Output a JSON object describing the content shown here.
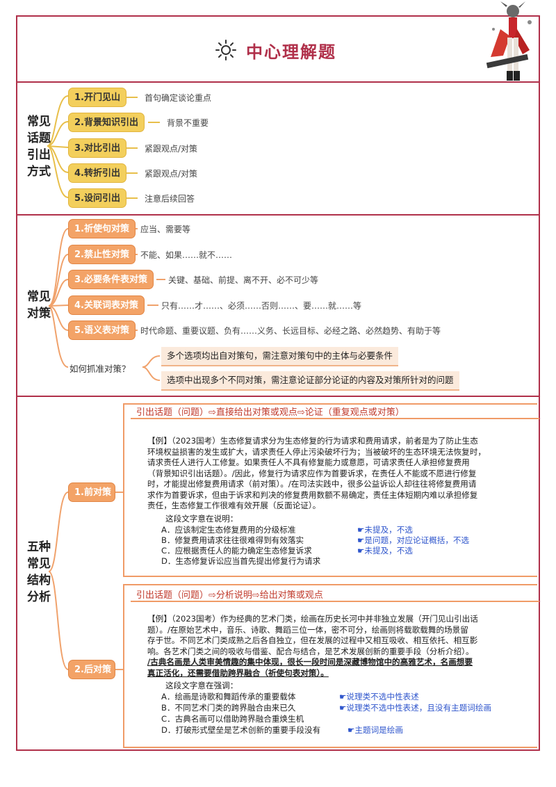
{
  "title": "中心理解题",
  "sections": {
    "s1": {
      "label": [
        "常见",
        "话题",
        "引出",
        "方式"
      ],
      "items": [
        {
          "node": "1.开门见山",
          "note": "首句确定谈论重点"
        },
        {
          "node": "2.背景知识引出",
          "note": "背景不重要"
        },
        {
          "node": "3.对比引出",
          "note": "紧跟观点/对策"
        },
        {
          "node": "4.转折引出",
          "note": "紧跟观点/对策"
        },
        {
          "node": "5.设问引出",
          "note": "注意后续回答"
        }
      ]
    },
    "s2": {
      "label": [
        "常见",
        "对策"
      ],
      "items": [
        {
          "node": "1.祈使句对策",
          "note": "应当、需要等"
        },
        {
          "node": "2.禁止性对策",
          "note": "不能、如果……就不……"
        },
        {
          "node": "3.必要条件表对策",
          "note": "关键、基础、前提、离不开、必不可少等"
        },
        {
          "node": "4.关联词表对策",
          "note": "只有……才……、必须……否则……、要……就……等"
        },
        {
          "node": "5.语义表对策",
          "note": "时代命题、重要议题、负有……义务、长远目标、必经之路、必然趋势、有助于等"
        }
      ],
      "how_label": "如何抓准对策？",
      "how_tips": [
        "多个选项均出自对策句，需注意对策句中的主体与必要条件",
        "选项中出现多个不同对策，需注意论证部分论证的内容及对策所针对的问题"
      ]
    },
    "s3": {
      "label": [
        "五种",
        "常见",
        "结构",
        "分析"
      ],
      "front": {
        "node": "1.前对策",
        "header": "引出话题（问题）⇨直接给出对策或观点⇨论证（重复观点或对策）",
        "lines": [
          "【例】（2023国考）生态修复请求分为生态修复的行为请求和费用请求，前者是为了防止生态",
          "环境权益损害的发生或扩大，请求责任人停止污染破坏行为；当被破坏的生态环境无法恢复时，",
          "请求责任人进行人工修复。如果责任人不具有修复能力或意愿，可请求责任人承担修复费用",
          "（背景知识引出话题）。/因此，修复行为请求应作为首要诉求，在责任人不能或不愿进行修复",
          "时，才能提出修复费用请求（前对策）。/在司法实践中，很多公益诉讼人却往往将修复费用请",
          "求作为首要诉求，但由于诉求和判决的修复费用数额不易确定，责任主体短期内难以承担修复",
          "责任，生态修复工作很难有效开展（反面论证）。"
        ],
        "stem": "这段文字意在说明：",
        "options": [
          {
            "t": "A．应该制定生态修复费用的分级标准",
            "c": "☛未提及，不选"
          },
          {
            "t": "B．修复费用请求往往很难得到有效落实",
            "c": "☛是问题，对应论证概括，不选"
          },
          {
            "t": "C．应根据责任人的能力确定生态修复诉求",
            "c": "☛未提及，不选"
          },
          {
            "t": "D．生态修复诉讼应当首先提出修复行为请求",
            "c": ""
          }
        ]
      },
      "back": {
        "node": "2.后对策",
        "header": "引出话题（问题）⇨分析说明⇨给出对策或观点",
        "lines": [
          "【例】（2023国考）作为经典的艺术门类，绘画在历史长河中并非独立发展（开门见山引出话",
          "题）。/在原始艺术中，音乐、诗歌、舞蹈三位一体，密不可分，绘画则将载歌载舞的场景留",
          "存于世。不同艺术门类成熟之后各自独立，但在发展的过程中又相互吸收、相互依托、相互影",
          "响。各艺术门类之间的吸收与借鉴、配合与结合，是艺术发展创新的重要手段（分析介绍）。",
          "/古典名画是人类审美情趣的集中体现，很长一段时间是深藏博物馆中的高雅艺术，名画想要",
          "真正活化，还需要借助跨界融合（祈使句表对策）。"
        ],
        "stem": "这段文字意在强调：",
        "options": [
          {
            "t": "A．绘画是诗歌和舞蹈传承的重要载体",
            "c": "☛说理类不选中性表述"
          },
          {
            "t": "B．不同艺术门类的跨界融合由来已久",
            "c": "☛说理类不选中性表述，且没有主题词绘画"
          },
          {
            "t": "C．古典名画可以借助跨界融合重焕生机",
            "c": ""
          },
          {
            "t": "D．打破形式壁垒是艺术创新的重要手段没有",
            "c": "☛主题词是绘画"
          }
        ]
      }
    }
  },
  "colors": {
    "border": "#b0304a",
    "yellow": "#f3cf5c",
    "orange": "#f3a367",
    "red": "#d33",
    "blue": "#2e55cc"
  }
}
